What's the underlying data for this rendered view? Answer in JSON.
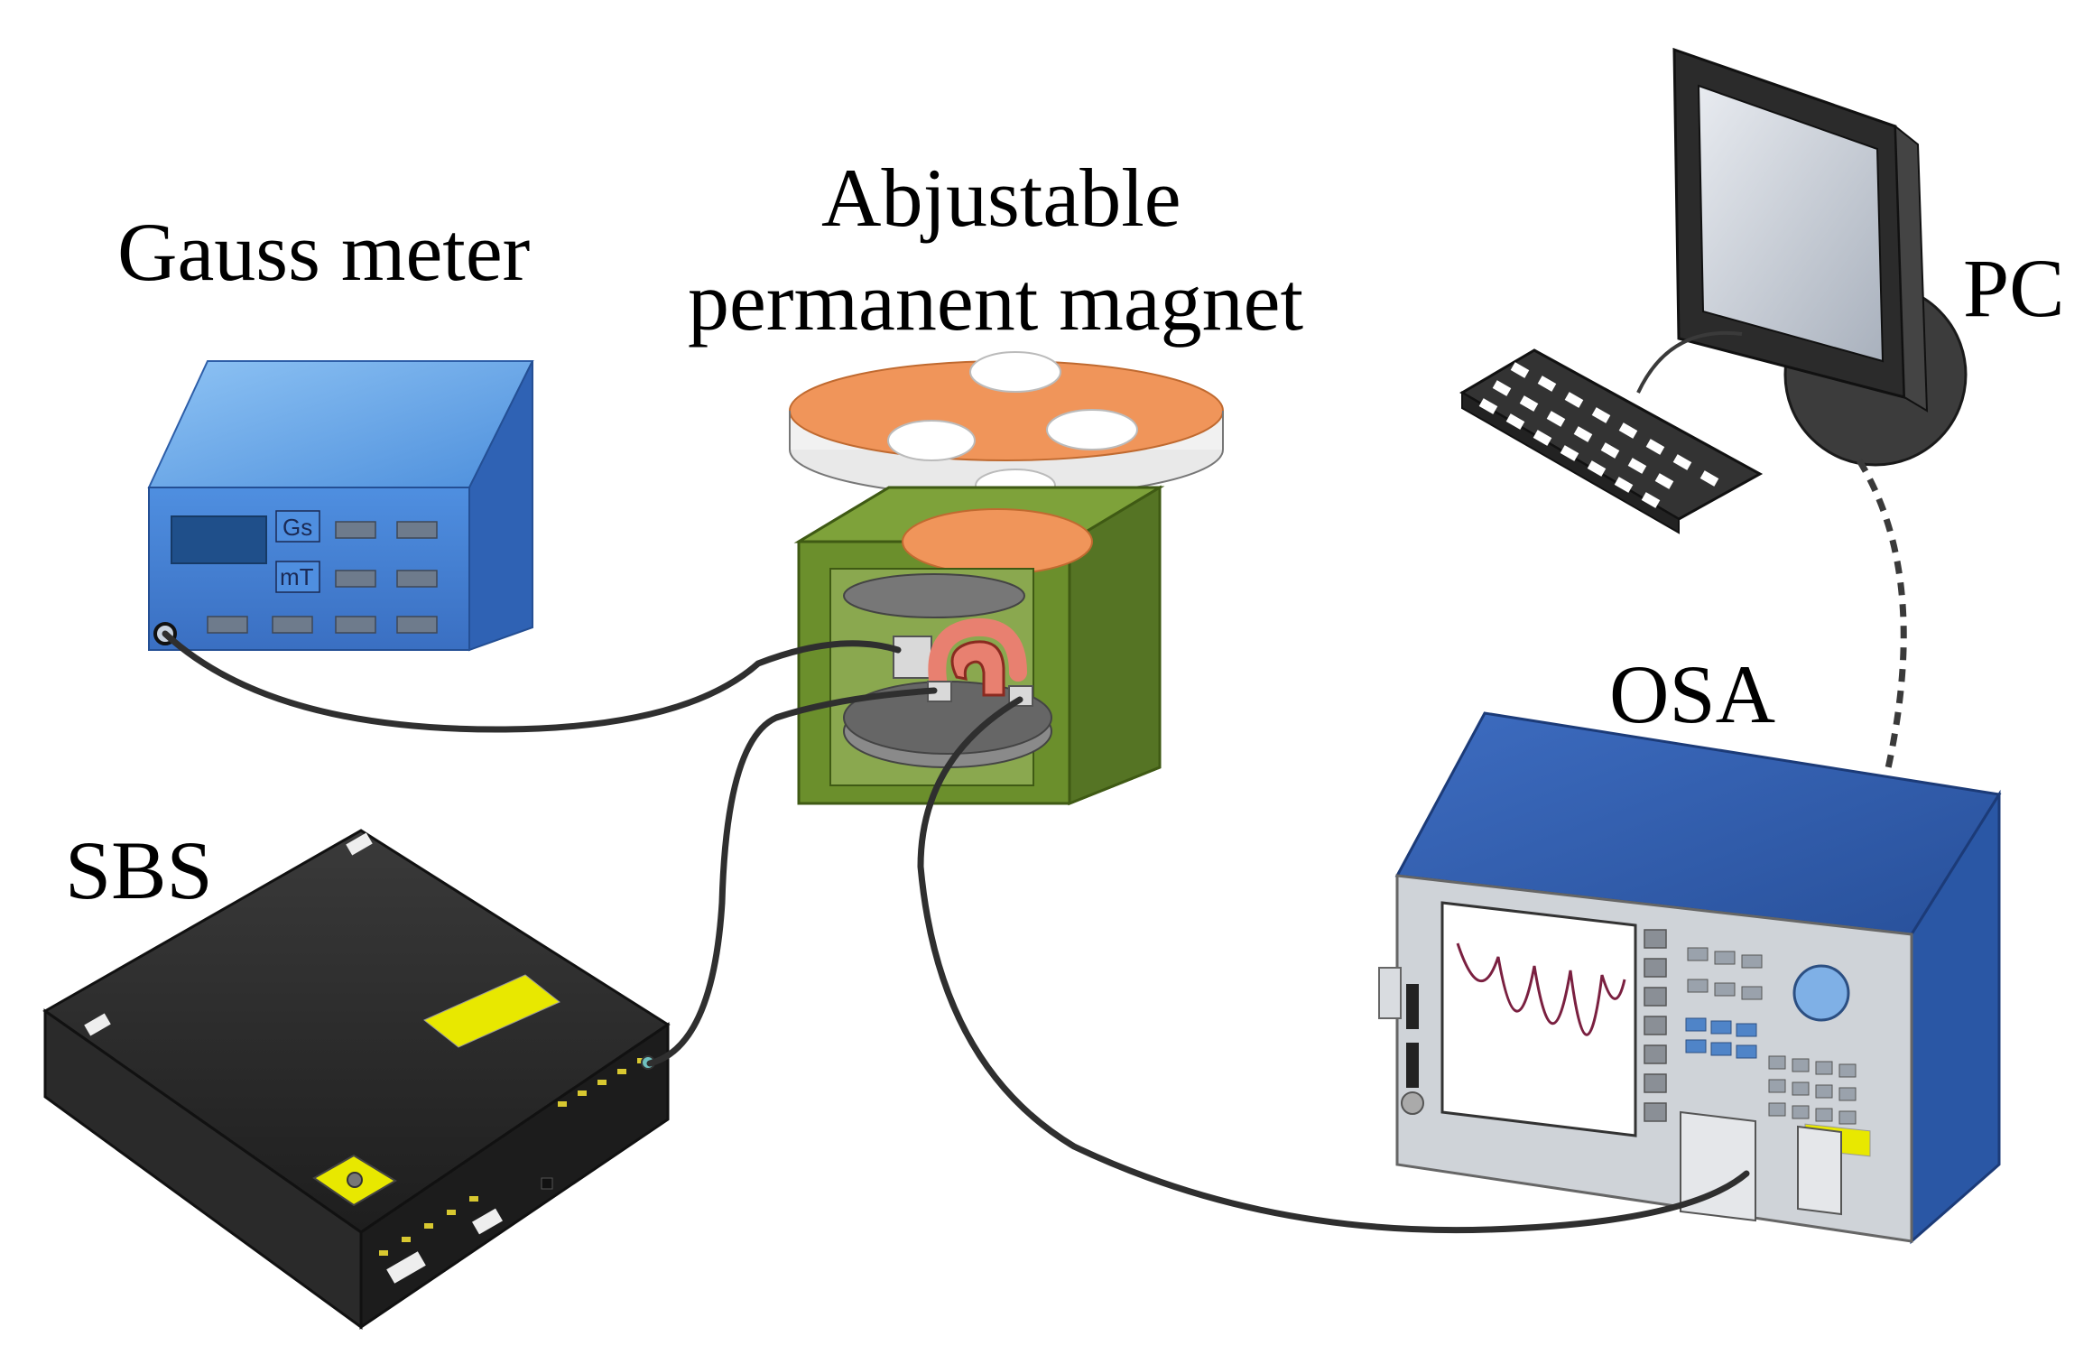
{
  "labels": {
    "gauss_meter": "Gauss meter",
    "magnet_line1": "Abjustable",
    "magnet_line2": "permanent magnet",
    "pc": "PC",
    "sbs": "SBS",
    "osa": "OSA"
  },
  "gauss_meter_buttons": {
    "gs": "Gs",
    "mt": "mT"
  },
  "colors": {
    "gauss_meter_blue": "#3f7fd6",
    "magnet_box_green": "#6b8f2c",
    "magnet_disc_orange": "#f0955a",
    "osa_blue": "#2f5fb0",
    "sbs_body": "#2b2b2b",
    "sbs_label_yellow": "#e8e800",
    "fiber_cable": "#333333"
  },
  "icons": [
    "gauss-meter",
    "magnet-stage",
    "u-magnet",
    "monitor",
    "keyboard",
    "osa-instrument",
    "sbs-source"
  ]
}
